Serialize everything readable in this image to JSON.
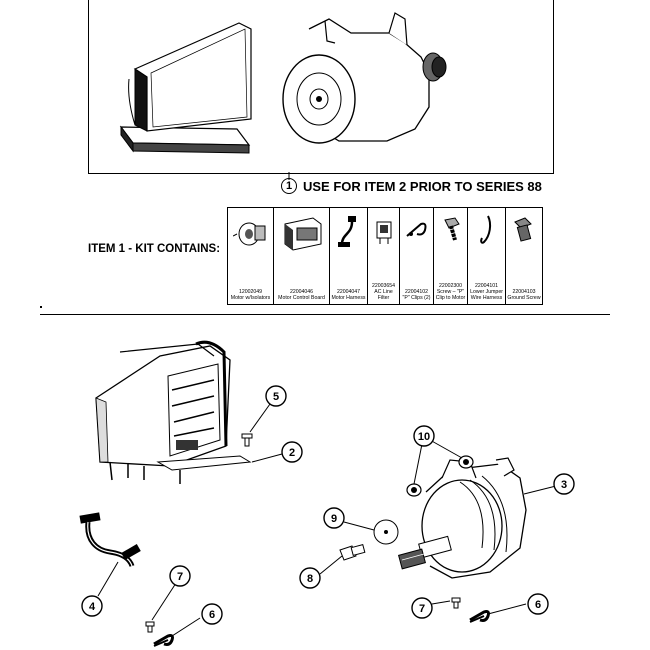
{
  "note": {
    "circle_number": "1",
    "text": "USE FOR ITEM 2 PRIOR TO SERIES 88"
  },
  "kit": {
    "label": "ITEM 1 - KIT CONTAINS:",
    "items": [
      {
        "part": "12002049",
        "desc": "Motor w/Isolators",
        "icon": "motor-icon"
      },
      {
        "part": "22004046",
        "desc": "Motor Control Board",
        "icon": "control-board-icon"
      },
      {
        "part": "22004047",
        "desc": "Motor Harness",
        "icon": "harness-icon"
      },
      {
        "part": "22003654",
        "desc": "AC Line Filter",
        "icon": "line-filter-icon"
      },
      {
        "part": "22004102",
        "desc": "\"P\" Clips (2)",
        "icon": "p-clip-icon"
      },
      {
        "part": "22002300",
        "desc": "Screw – \"P\" Clip to Motor",
        "icon": "screw-icon"
      },
      {
        "part": "22004101",
        "desc": "Lower Jumper Wire Harness",
        "icon": "jumper-wire-icon"
      },
      {
        "part": "22004103",
        "desc": "Ground Screw",
        "icon": "ground-screw-icon"
      }
    ]
  },
  "callouts": [
    "2",
    "3",
    "4",
    "5",
    "6",
    "6",
    "7",
    "7",
    "8",
    "9",
    "10"
  ]
}
